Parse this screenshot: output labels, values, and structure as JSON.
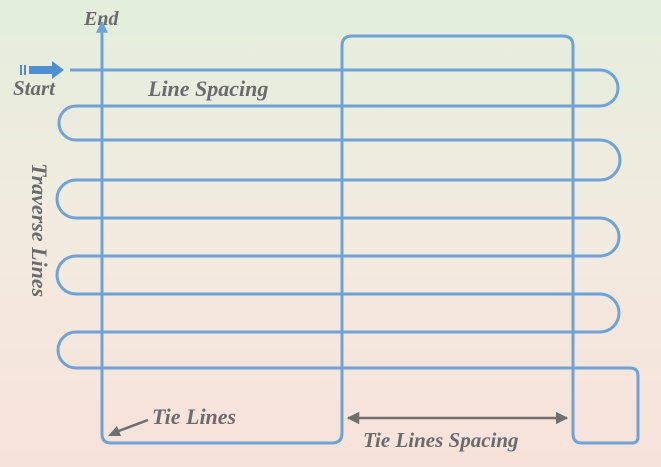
{
  "labels": {
    "end": "End",
    "start": "Start",
    "line_spacing": "Line Spacing",
    "traverse_lines": "Traverse Lines",
    "tie_lines": "Tie Lines",
    "tie_lines_spacing": "Tie Lines Spacing"
  },
  "colors": {
    "path": "#6fa3d8",
    "arrow_start": "#4f8fcf",
    "dimension_arrow": "#6e6e6e",
    "text": "#6b6b6b",
    "background_top": "#e3eedd",
    "background_bottom": "#f7e2da"
  }
}
